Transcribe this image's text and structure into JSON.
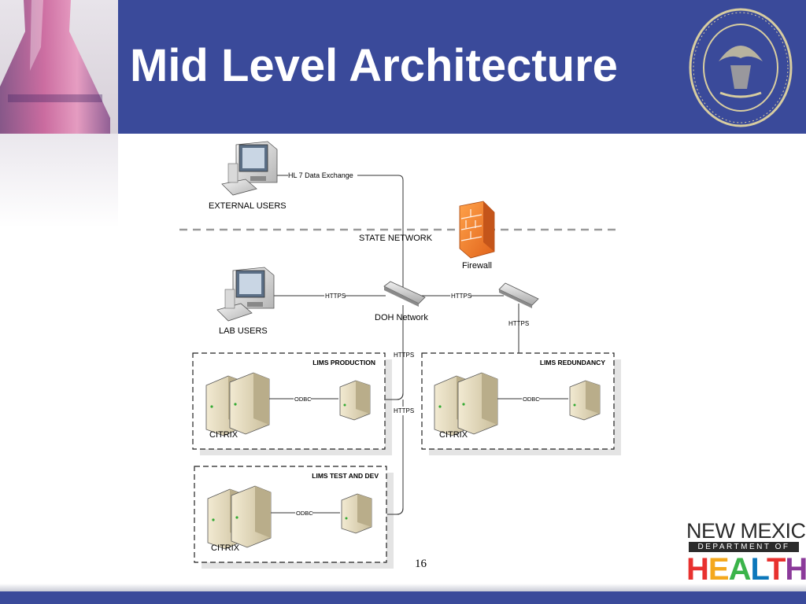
{
  "slide": {
    "title": "Mid Level Architecture",
    "page_number": "16"
  },
  "diagram": {
    "external_users": "EXTERNAL USERS",
    "hl7_link": "HL 7 Data Exchange",
    "state_network": "STATE NETWORK",
    "firewall": "Firewall",
    "lab_users": "LAB USERS",
    "doh_network": "DOH Network",
    "https_lab": "HTTPS",
    "https_firewall": "HTTPS",
    "https_right_down": "HTTPS",
    "https_to_prod": "HTTPS",
    "https_to_test": "HTTPS",
    "zones": [
      {
        "title": "LIMS PRODUCTION",
        "citrix": "CITRIX",
        "odbc": "ODBC"
      },
      {
        "title": "LIMS REDUNDANCY",
        "citrix": "CITRIX",
        "odbc": "ODBC"
      },
      {
        "title": "LIMS TEST AND DEV",
        "citrix": "CITRIX",
        "odbc": "ODBC"
      }
    ]
  },
  "logo": {
    "line1": "NEW MEXICO",
    "line2": "DEPARTMENT OF",
    "letters": [
      "H",
      "E",
      "A",
      "L",
      "T",
      "H"
    ],
    "letter_colors": [
      "#e8312f",
      "#f4a81d",
      "#3bb44a",
      "#0c77bb",
      "#e8312f",
      "#8b3a9a"
    ]
  },
  "colors": {
    "header_blue": "#3a4a9a",
    "firewall_orange": "#f07a1e"
  }
}
